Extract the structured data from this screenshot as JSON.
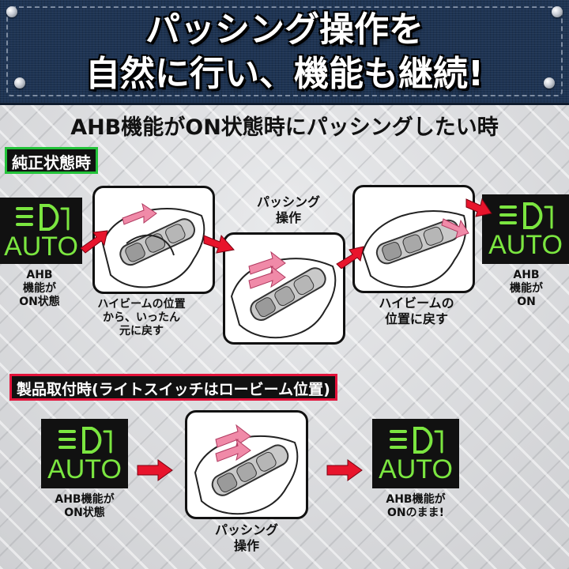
{
  "header": {
    "line1": "パッシング操作を",
    "line2": "自然に行い、機能も継続!"
  },
  "subtitle": "AHB機能がON状態時にパッシングしたい時",
  "section1": {
    "label": "純正状態時",
    "indicator_left": {
      "text": "AUTO",
      "caption": [
        "AHB",
        "機能が",
        "ON状態"
      ]
    },
    "step1_caption": [
      "ハイビームの位置",
      "から、いったん",
      "元に戻す"
    ],
    "step2_caption": [
      "パッシング",
      "操作"
    ],
    "step3_caption": [
      "ハイビームの",
      "位置に戻す"
    ],
    "indicator_right": {
      "text": "AUTO",
      "caption": [
        "AHB",
        "機能が",
        "ON"
      ]
    }
  },
  "section2": {
    "label": "製品取付時(ライトスイッチはロービーム位置)",
    "indicator_left": {
      "text": "AUTO",
      "caption": [
        "AHB機能が",
        "ON状態"
      ]
    },
    "step_caption": [
      "パッシング",
      "操作"
    ],
    "indicator_right": {
      "text": "AUTO",
      "caption": [
        "AHB機能が",
        "ONのまま!"
      ]
    }
  },
  "colors": {
    "header_bg": "#1d3352",
    "indicator_green": "#7be640",
    "arrow_red": "#e8142c",
    "motion_pink": "#f08aa8",
    "label_green": "#23c33a",
    "label_red": "#e3123a"
  },
  "icons": [
    "high-beam-auto-icon",
    "hand-lever-illustration",
    "red-arrow-icon",
    "rivet-icon"
  ]
}
